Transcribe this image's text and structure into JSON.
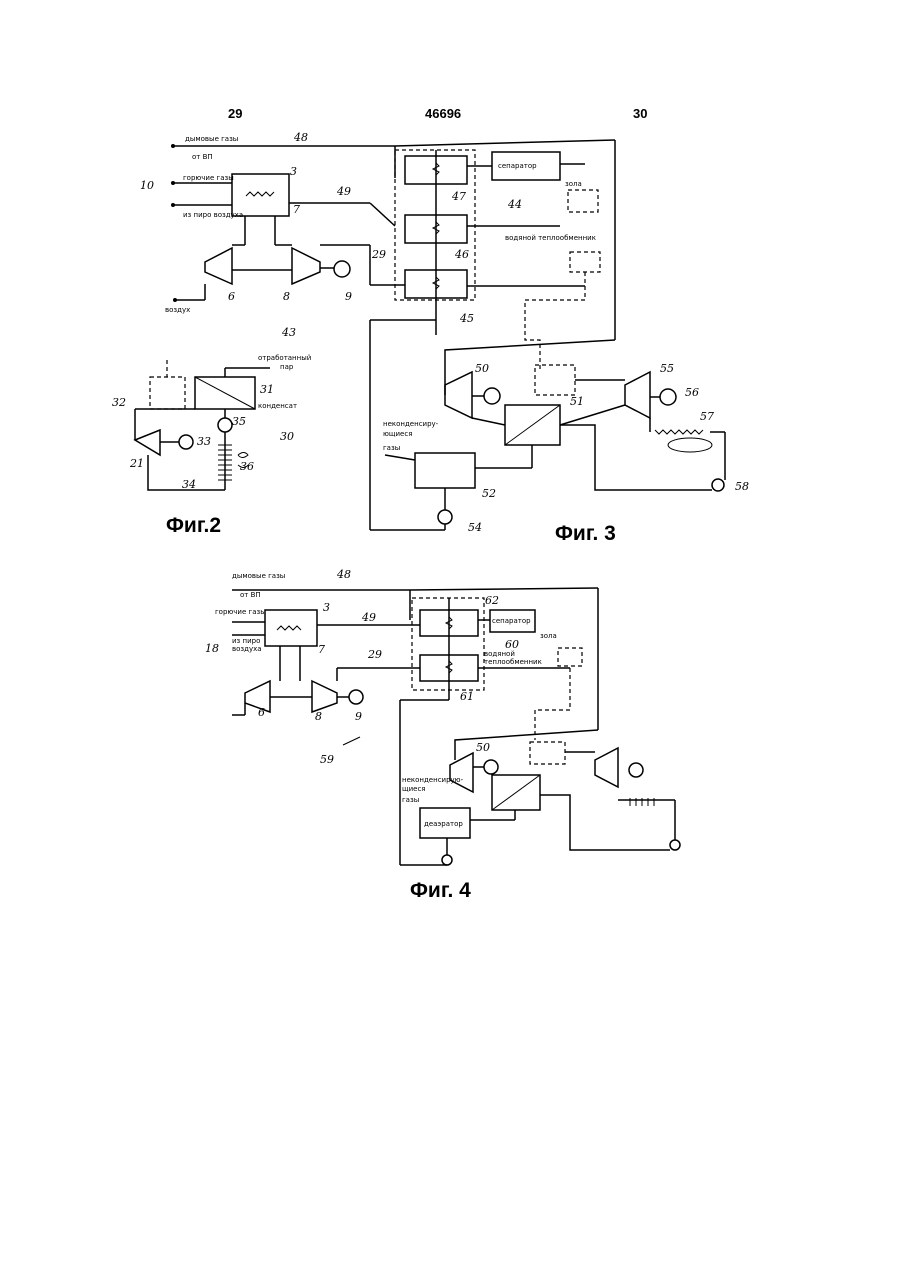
{
  "header": {
    "left_page": "29",
    "patent_number": "46696",
    "right_page": "30"
  },
  "figures": {
    "fig2": "Фиг.2",
    "fig3": "Фиг. 3",
    "fig4": "Фиг. 4"
  },
  "fig3_labels": {
    "flue_gas": "дымовые газы",
    "from_vp": "от ВП",
    "fuel_gas": "горючие газы",
    "from_air_heater": "из пиро воздуха",
    "air": "воздух",
    "separator": "сепаратор",
    "ash": "зола",
    "water_heat_exchanger": "водяной теплообменник",
    "noncondensing": "неконденсиру-",
    "noncondensing2": "ющиеся",
    "gases": "газы",
    "n48": "48",
    "n3": "3",
    "n10": "10",
    "n49": "49",
    "n7": "7",
    "n6": "6",
    "n8": "8",
    "n9": "9",
    "n29": "29",
    "n47": "47",
    "n44": "44",
    "n46": "46",
    "n45": "45",
    "n43": "43",
    "n50": "50",
    "n51": "51",
    "n52": "52",
    "n54": "54",
    "n55": "55",
    "n56": "56",
    "n57": "57",
    "n58": "58"
  },
  "fig2_labels": {
    "exhaust_steam": "отработанный",
    "exhaust_steam2": "пар",
    "condensate": "конденсат",
    "n31": "31",
    "n32": "32",
    "n33": "33",
    "n35": "35",
    "n30": "30",
    "n21": "21",
    "n34": "34",
    "n36": "36"
  },
  "fig4_labels": {
    "flue_gas": "дымовые газы",
    "from_vp": "от ВП",
    "fuel_gas": "горючие газы",
    "from_air_heater": "из пиро",
    "from_air_heater2": "воздуха",
    "separator": "сепаратор",
    "ash": "зола",
    "water_heat_exchanger": "водяной",
    "water_heat_exchanger2": "теплообменник",
    "noncondensing": "неконденсирую-",
    "noncondensing2": "щиеся",
    "gases": "газы",
    "deaerator": "деаэратор",
    "n48": "48",
    "n3": "3",
    "n18": "18",
    "n49": "49",
    "n7": "7",
    "n29": "29",
    "n6": "6",
    "n8": "8",
    "n9": "9",
    "n62": "62",
    "n60": "60",
    "n61": "61",
    "n59": "59",
    "n50": "50"
  }
}
